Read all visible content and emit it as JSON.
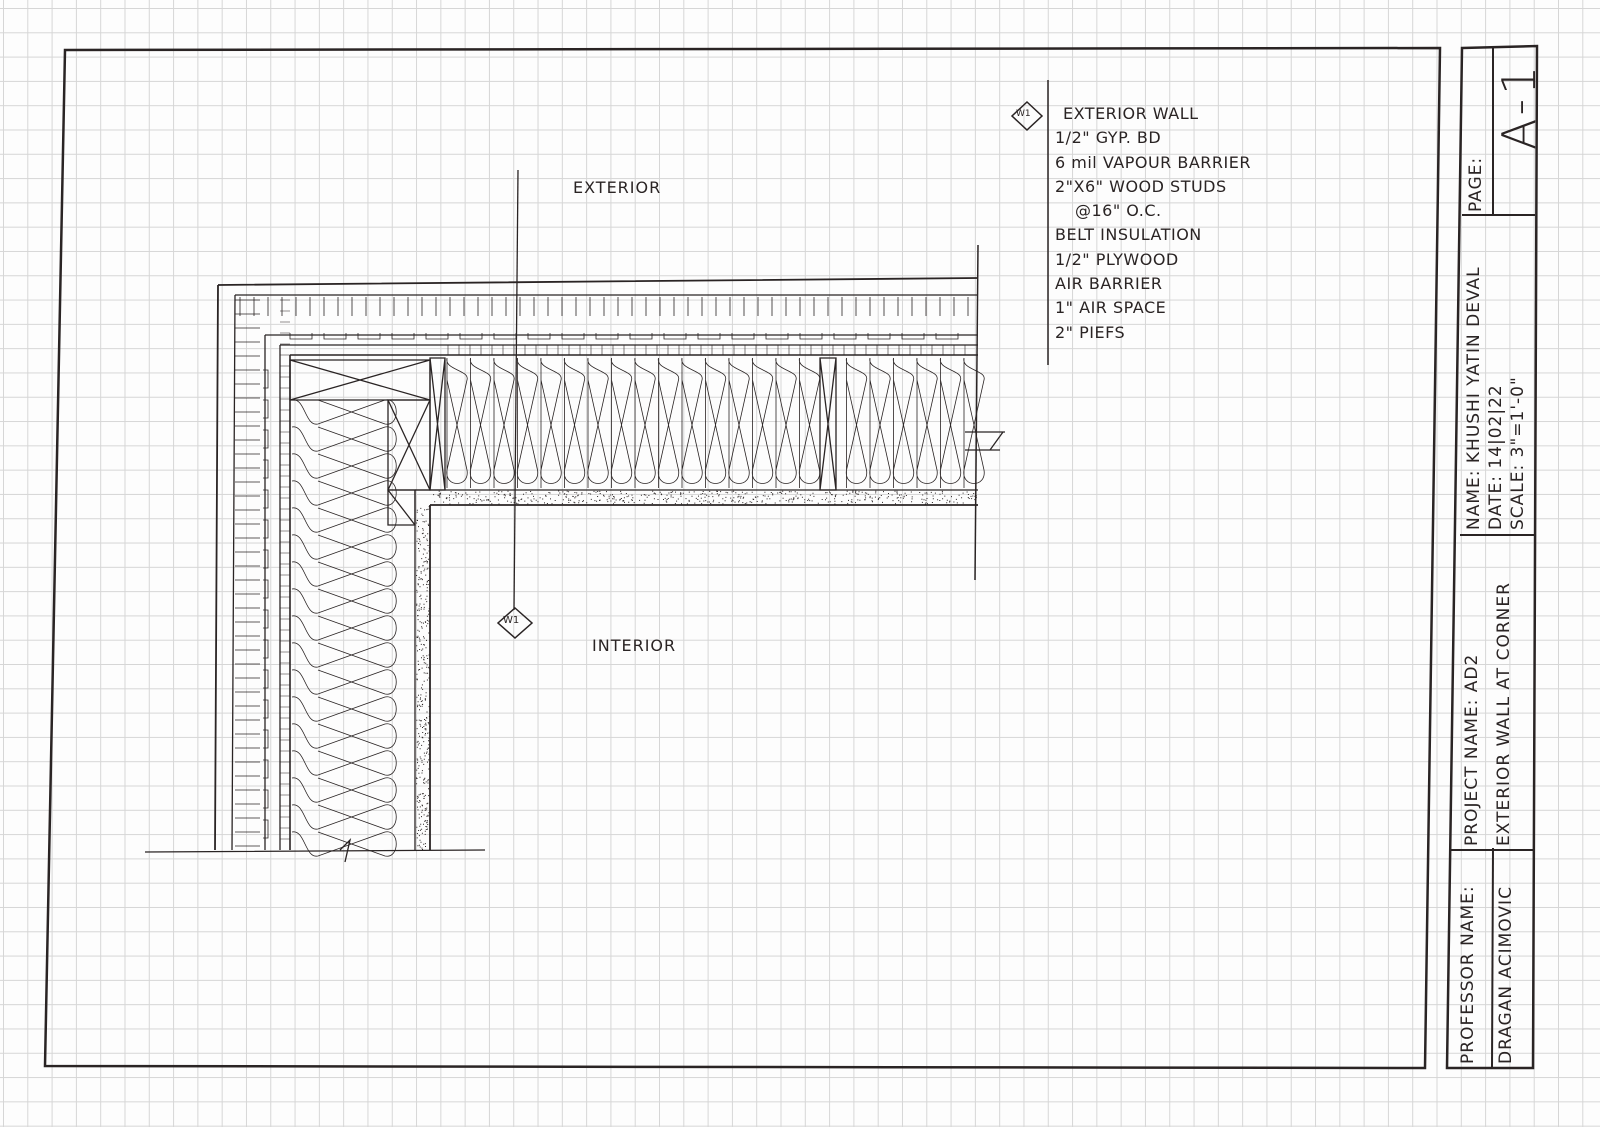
{
  "drawing": {
    "exterior_label": "EXTERIOR",
    "interior_label": "INTERIOR",
    "tag": "W1"
  },
  "legend": {
    "tag": "W1",
    "title": "EXTERIOR WALL",
    "layers": [
      "1/2\" GYP. BD",
      "6 mil VAPOUR BARRIER",
      "2\"X6\" WOOD STUDS",
      "  @16\" O.C.",
      "BELT INSULATION",
      "1/2\" PLYWOOD",
      "AIR BARRIER",
      "1\" AIR SPACE",
      "2\" PIEFS"
    ]
  },
  "title_block": {
    "page_label": "PAGE:",
    "page_value": "A-1",
    "name": "NAME: KHUSHI YATIN DEVAL",
    "date": "DATE: 14|02|22",
    "scale": "SCALE: 3\"=1'-0\"",
    "project_name": "PROJECT NAME: AD2",
    "drawing_title": "EXTERIOR WALL AT CORNER",
    "professor_label": "PROFESSOR NAME:",
    "professor_name": "DRAGAN ACIMOVIC"
  }
}
